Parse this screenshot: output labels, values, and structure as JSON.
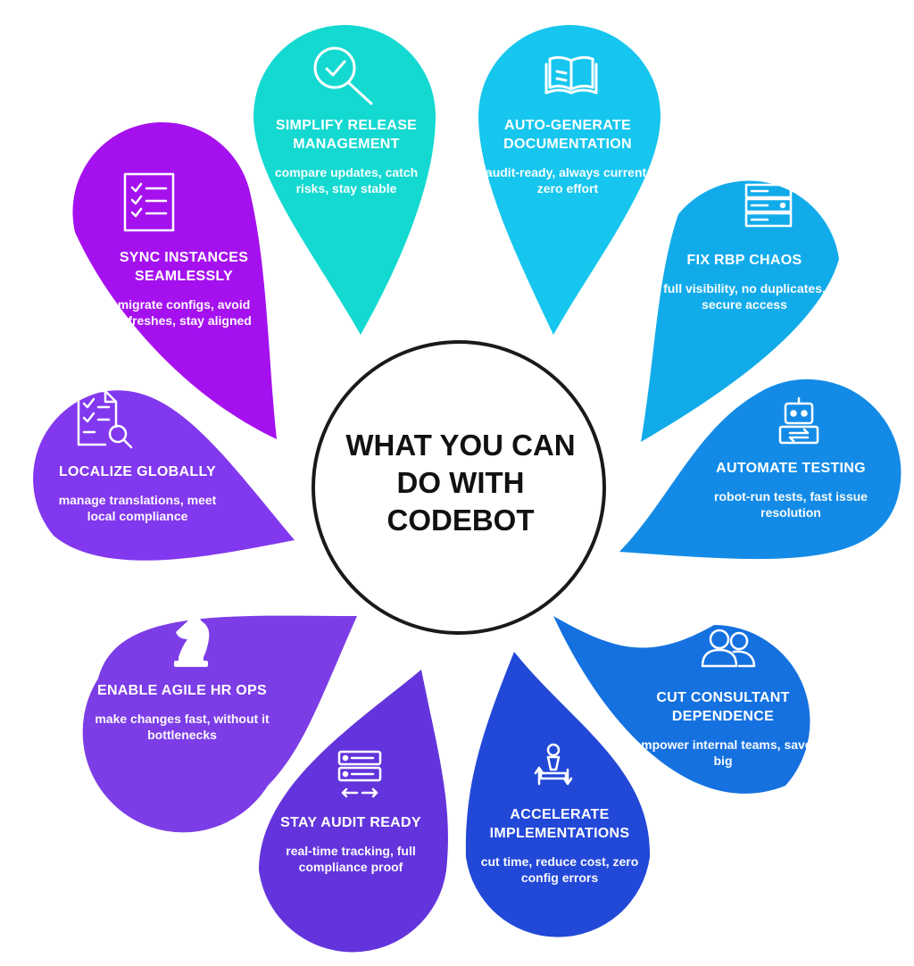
{
  "center": {
    "title": "WHAT YOU CAN DO WITH CODEBOT"
  },
  "petals": [
    {
      "id": "release",
      "title": "SIMPLIFY RELEASE MANAGEMENT",
      "description": "compare updates, catch risks, stay stable",
      "color": "#14D9D1",
      "icon": "magnifier-check-icon"
    },
    {
      "id": "docs",
      "title": "AUTO-GENERATE DOCUMENTATION",
      "description": "audit-ready, always current, zero effort",
      "color": "#16C6EE",
      "icon": "open-book-icon"
    },
    {
      "id": "rbp",
      "title": "FIX RBP CHAOS",
      "description": "full visibility, no duplicates, secure access",
      "color": "#12ABEA",
      "icon": "server-stack-icon"
    },
    {
      "id": "testing",
      "title": "AUTOMATE TESTING",
      "description": "robot-run tests, fast issue resolution",
      "color": "#138BE6",
      "icon": "robot-icon"
    },
    {
      "id": "consultant",
      "title": "CUT CONSULTANT DEPENDENCE",
      "description": "empower internal teams, save big",
      "color": "#1571E0",
      "icon": "users-icon"
    },
    {
      "id": "implement",
      "title": "ACCELERATE IMPLEMENTATIONS",
      "description": "cut time, reduce cost, zero config errors",
      "color": "#2248D8",
      "icon": "chess-pawn-arrows-icon"
    },
    {
      "id": "audit",
      "title": "STAY AUDIT READY",
      "description": "real-time tracking, full compliance proof",
      "color": "#6334DC",
      "icon": "server-transfer-icon"
    },
    {
      "id": "hrops",
      "title": "ENABLE AGILE HR OPS",
      "description": "make changes fast, without it bottlenecks",
      "color": "#7C3DE6",
      "icon": "chess-knight-icon"
    },
    {
      "id": "localize",
      "title": "LOCALIZE GLOBALLY",
      "description": "manage translations, meet local compliance",
      "color": "#8238EE",
      "icon": "document-search-icon"
    },
    {
      "id": "sync",
      "title": "SYNC INSTANCES SEAMLESSLY",
      "description": "migrate configs, avoid refreshes, stay aligned",
      "color": "#A511EE",
      "icon": "checklist-icon"
    }
  ]
}
